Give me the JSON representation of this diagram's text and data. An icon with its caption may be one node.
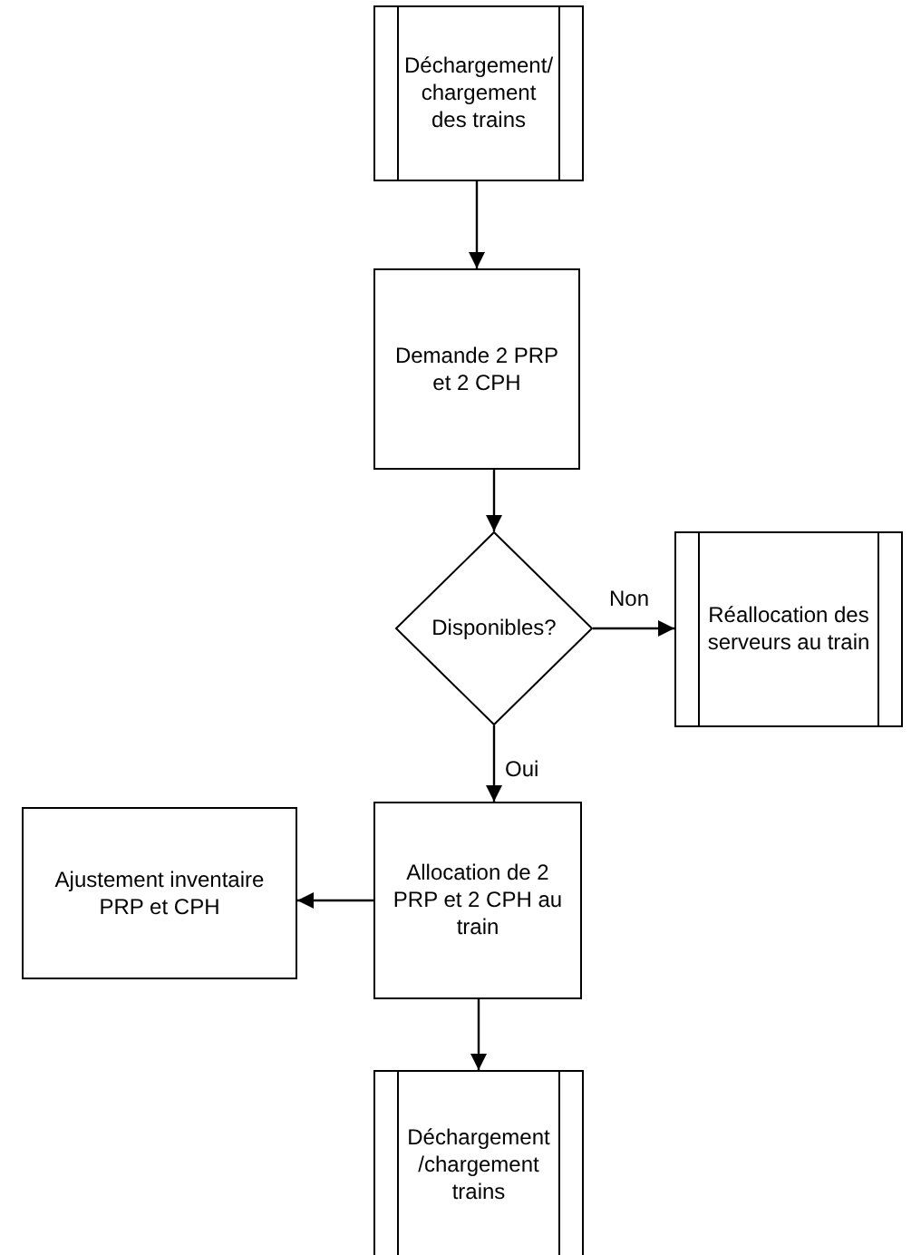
{
  "diagram": {
    "nodes": [
      {
        "text": [
          "Déchargement/ chargement des trains"
        ]
      },
      {
        "text": [
          "Demande 2 PRP et 2 CPH"
        ]
      },
      {
        "text": [
          "Disponibles?"
        ]
      },
      {
        "text": [
          "Réallocation des serveurs au train"
        ]
      },
      {
        "text": [
          "Allocation de 2 PRP et 2 CPH au train"
        ]
      },
      {
        "text": [
          "Ajustement inventaire PRP et CPH"
        ]
      },
      {
        "text": [
          "Déchargement /chargement trains"
        ]
      }
    ],
    "edges": [
      {
        "from": 0,
        "to": 1,
        "arrow": "to"
      },
      {
        "from": 1,
        "to": 2,
        "arrow": "to"
      },
      {
        "from": 2,
        "to": 3,
        "arrow": "to",
        "label": "Non"
      },
      {
        "from": 2,
        "to": 4,
        "arrow": "to",
        "label": "Oui"
      },
      {
        "from": 4,
        "to": 5,
        "arrow": "to"
      },
      {
        "from": 4,
        "to": 6,
        "arrow": "to"
      }
    ]
  }
}
